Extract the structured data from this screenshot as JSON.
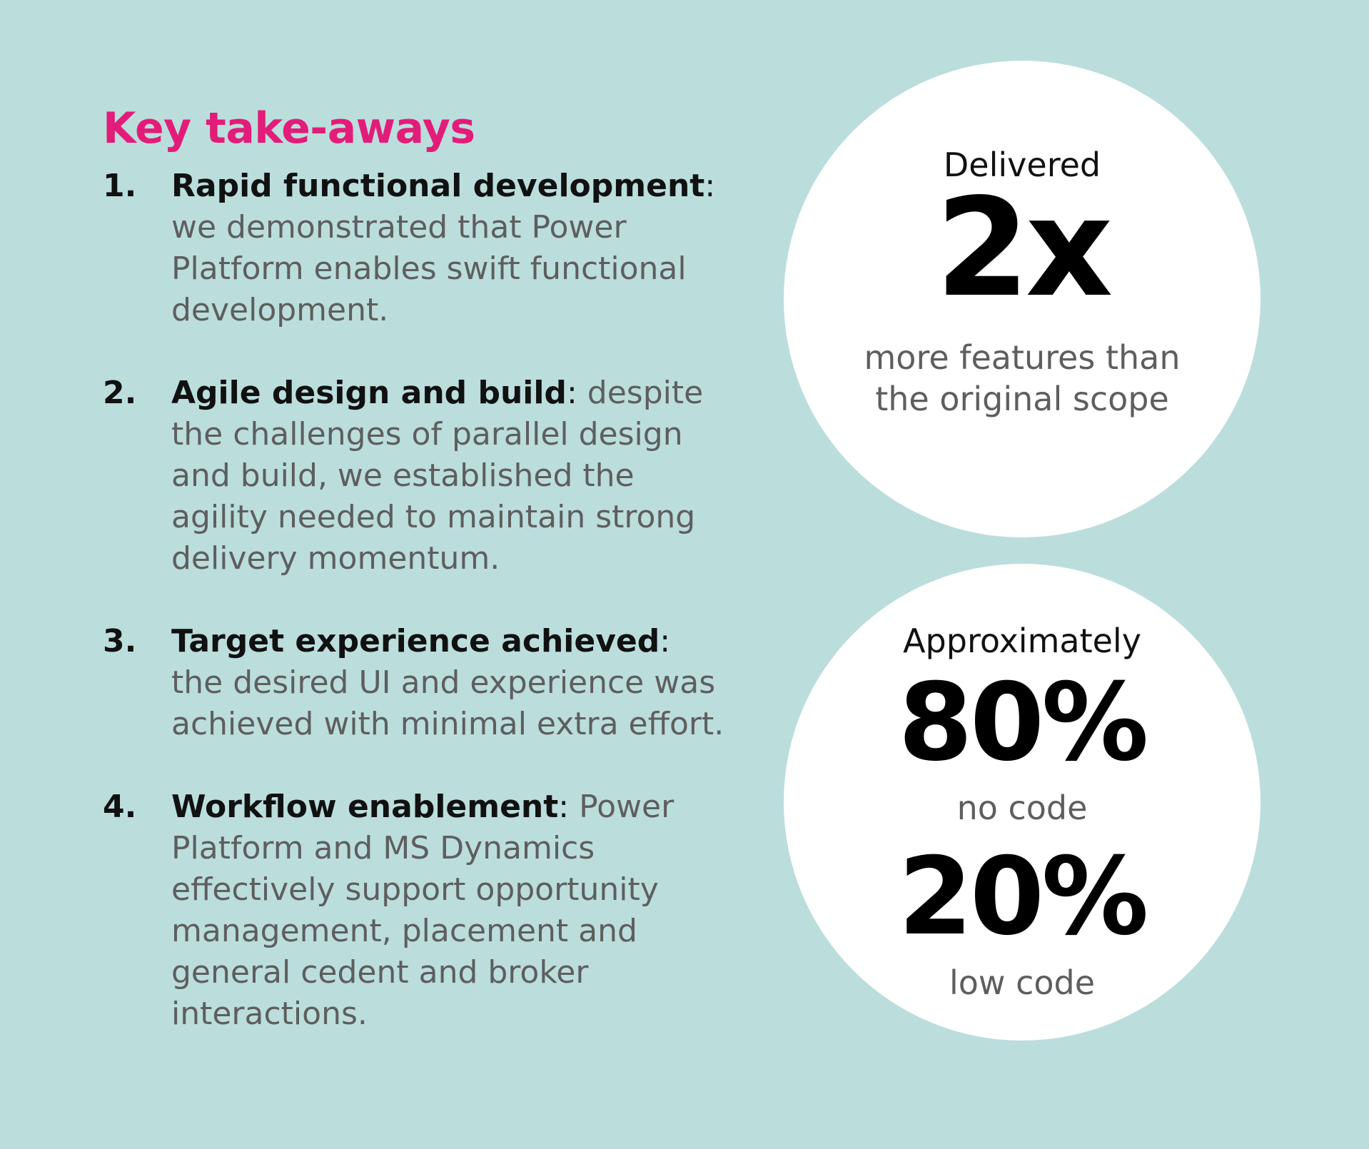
{
  "heading": "Key take-aways",
  "items": [
    {
      "number": "1.",
      "title": "Rapid functional development",
      "separator": ":",
      "text": "we demonstrated that Power Platform enables swift functional development."
    },
    {
      "number": "2.",
      "title": "Agile design and build",
      "separator": ":",
      "text": "despite the challenges of parallel design and build, we established the agility needed to maintain strong delivery momentum."
    },
    {
      "number": "3.",
      "title": "Target experience achieved",
      "separator": ":",
      "text": "the desired UI and experience was achieved with minimal extra effort."
    },
    {
      "number": "4.",
      "title": "Workflow enablement",
      "separator": ":",
      "text": "Power Platform and MS Dynamics effectively support opportunity management, placement and general cedent and broker interactions."
    }
  ],
  "stat1": {
    "label": "Delivered",
    "value": "2x",
    "description_line1": "more features than",
    "description_line2": "the original scope"
  },
  "stat2": {
    "label": "Approximately",
    "value1": "80%",
    "caption1": "no code",
    "value2": "20%",
    "caption2": "low code"
  },
  "colors": {
    "background": "#bbdedd",
    "heading": "#e31c79",
    "circle": "#ffffff",
    "body_text": "#5e5e5e",
    "bold_text": "#111111"
  }
}
